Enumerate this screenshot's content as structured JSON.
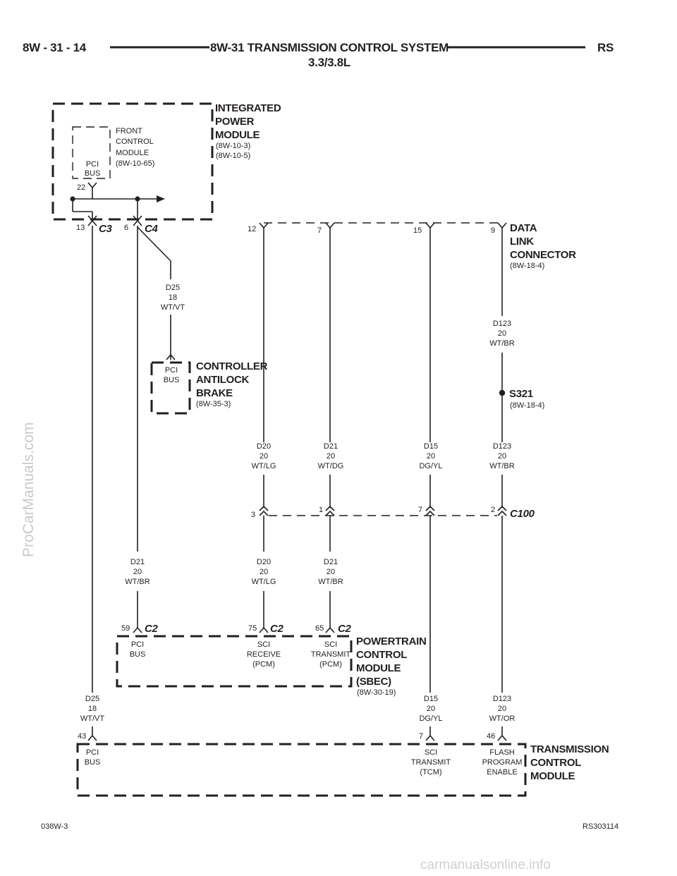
{
  "header": {
    "left": "8W - 31 - 14",
    "title_line1": "8W-31 TRANSMISSION CONTROL SYSTEM",
    "title_line2": "3.3/3.8L",
    "right": "RS"
  },
  "footer": {
    "left": "038W-3",
    "right": "RS303114"
  },
  "watermarks": {
    "side": "ProCarManuals.com",
    "bottom": "carmanualsonline.info"
  },
  "components": {
    "ipm": {
      "title": [
        "INTEGRATED",
        "POWER",
        "MODULE"
      ],
      "refs": [
        "(8W-10-3)",
        "(8W-10-5)"
      ]
    },
    "fcm": {
      "lines": [
        "FRONT",
        "CONTROL",
        "MODULE",
        "(8W-10-65)"
      ],
      "pin_label": [
        "PCI",
        "BUS"
      ],
      "pin": "22"
    },
    "dlc": {
      "title": [
        "DATA",
        "LINK",
        "CONNECTOR"
      ],
      "ref": "(8W-18-4)"
    },
    "cab": {
      "title": [
        "CONTROLLER",
        "ANTILOCK",
        "BRAKE"
      ],
      "ref": "(8W-35-3)",
      "pin_label": [
        "PCI",
        "BUS"
      ]
    },
    "splice": {
      "name": "S321",
      "ref": "(8W-18-4)"
    },
    "c100": {
      "name": "C100"
    },
    "pcm": {
      "title": [
        "POWERTRAIN",
        "CONTROL",
        "MODULE",
        "(SBEC)"
      ],
      "ref": "(8W-30-19)"
    },
    "tcm": {
      "title": [
        "TRANSMISSION",
        "CONTROL",
        "MODULE"
      ]
    }
  },
  "connectors": {
    "c3": {
      "name": "C3",
      "pin": "13"
    },
    "c4": {
      "name": "C4",
      "pin": "6"
    },
    "dlc_pins": [
      "12",
      "7",
      "15",
      "9"
    ],
    "c100_pins": [
      "3",
      "1",
      "7",
      "2"
    ],
    "pcm_c2_name": "C2",
    "pcm_pins": [
      "59",
      "75",
      "65"
    ],
    "tcm_pins": [
      "43",
      "7",
      "46"
    ]
  },
  "wires": {
    "d25_top": [
      "D25",
      "18",
      "WT/VT"
    ],
    "d123_top": [
      "D123",
      "20",
      "WT/BR"
    ],
    "d20_mid": [
      "D20",
      "20",
      "WT/LG"
    ],
    "d21_mid": [
      "D21",
      "20",
      "WT/DG"
    ],
    "d15_mid": [
      "D15",
      "20",
      "DG/YL"
    ],
    "d123_mid": [
      "D123",
      "20",
      "WT/BR"
    ],
    "d21_left": [
      "D21",
      "20",
      "WT/BR"
    ],
    "d20_low": [
      "D20",
      "20",
      "WT/LG"
    ],
    "d21_low": [
      "D21",
      "20",
      "WT/BR"
    ],
    "d25_low": [
      "D25",
      "18",
      "WT/VT"
    ],
    "d15_low": [
      "D15",
      "20",
      "DG/YL"
    ],
    "d123_low": [
      "D123",
      "20",
      "WT/OR"
    ]
  },
  "pins_labels": {
    "pcm_pci": [
      "PCI",
      "BUS"
    ],
    "pcm_sci_rx": [
      "SCI",
      "RECEIVE",
      "(PCM)"
    ],
    "pcm_sci_tx": [
      "SCI",
      "TRANSMIT",
      "(PCM)"
    ],
    "tcm_pci": [
      "PCI",
      "BUS"
    ],
    "tcm_sci_tx": [
      "SCI",
      "TRANSMIT",
      "(TCM)"
    ],
    "tcm_flash": [
      "FLASH",
      "PROGRAM",
      "ENABLE"
    ]
  }
}
